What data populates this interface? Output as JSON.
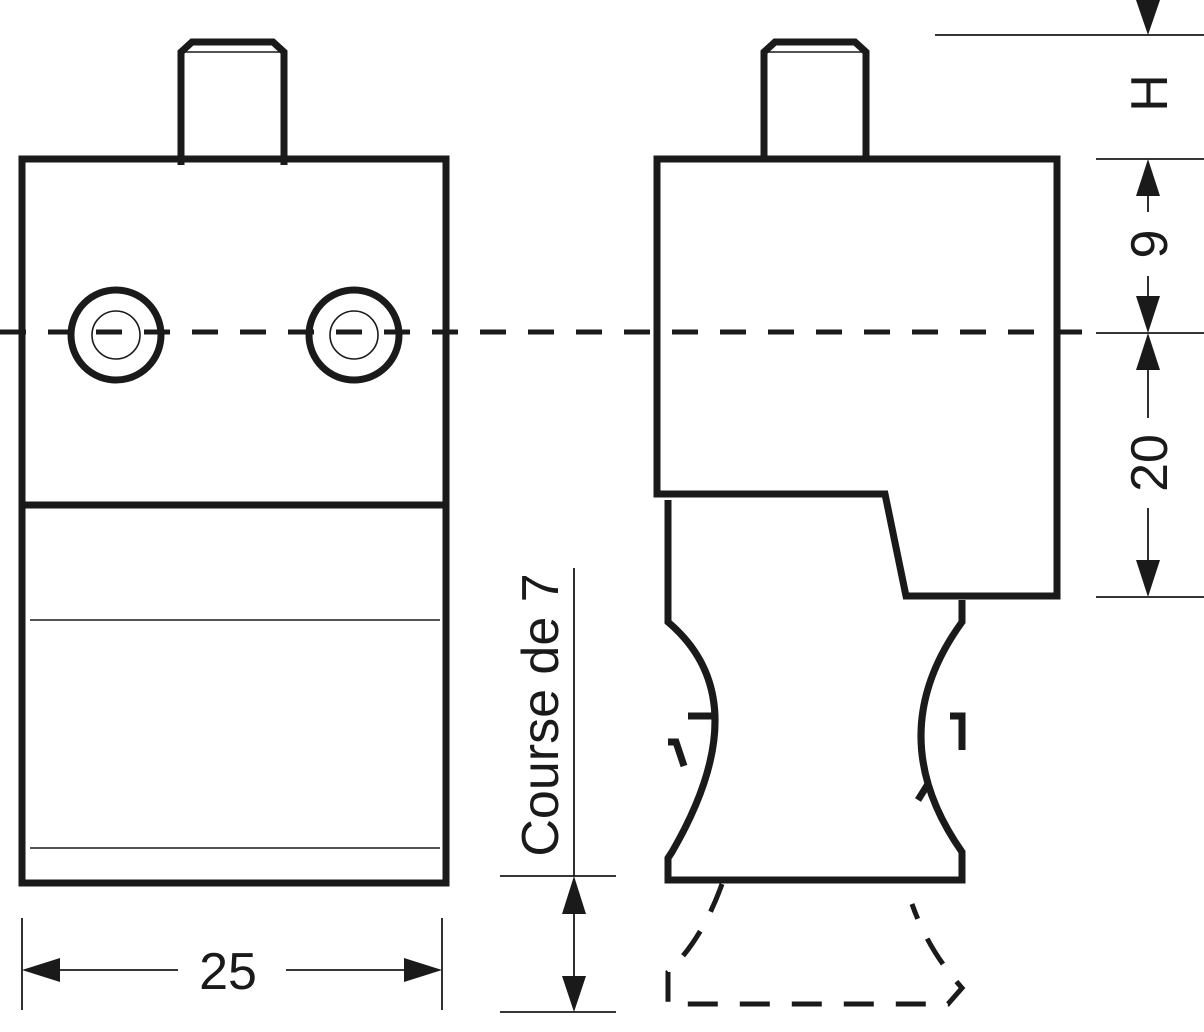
{
  "dimensions": {
    "width_label": "25",
    "upper_height_label": "9",
    "lower_height_label": "20",
    "spigot_height_label": "H",
    "stroke_label": "Course de 7"
  },
  "colors": {
    "line": "#1a1a1a",
    "background": "#ffffff"
  }
}
